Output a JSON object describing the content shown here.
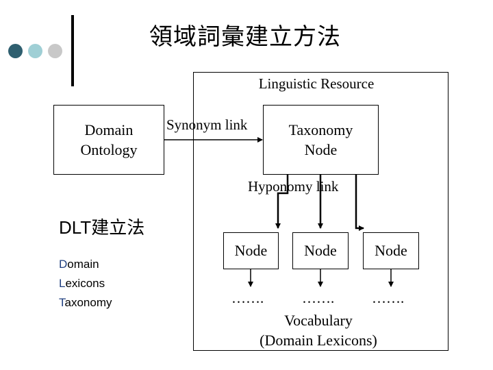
{
  "colors": {
    "dot_dark": "#2f5f6f",
    "dot_light": "#9fcfd5",
    "dot_gray": "#c8c8c8",
    "accent": "#1f3f7f"
  },
  "title": "領域詞彙建立方法",
  "resource_label": "Linguistic Resource",
  "domain_ontology": {
    "line1": "Domain",
    "line2": "Ontology"
  },
  "synonym_link": "Synonym link",
  "taxonomy_node": {
    "line1": "Taxonomy",
    "line2": "Node"
  },
  "hyponomy_link": "Hyponomy link",
  "nodes": [
    "Node",
    "Node",
    "Node"
  ],
  "ellipses": [
    "…….",
    "…….",
    "……."
  ],
  "vocabulary": {
    "line1": "Vocabulary",
    "line2": "(Domain Lexicons)"
  },
  "dlt": {
    "title": "DLT建立法",
    "items": [
      {
        "initial": "D",
        "rest": "omain"
      },
      {
        "initial": "L",
        "rest": "exicons"
      },
      {
        "initial": "T",
        "rest": "axonomy"
      }
    ]
  }
}
